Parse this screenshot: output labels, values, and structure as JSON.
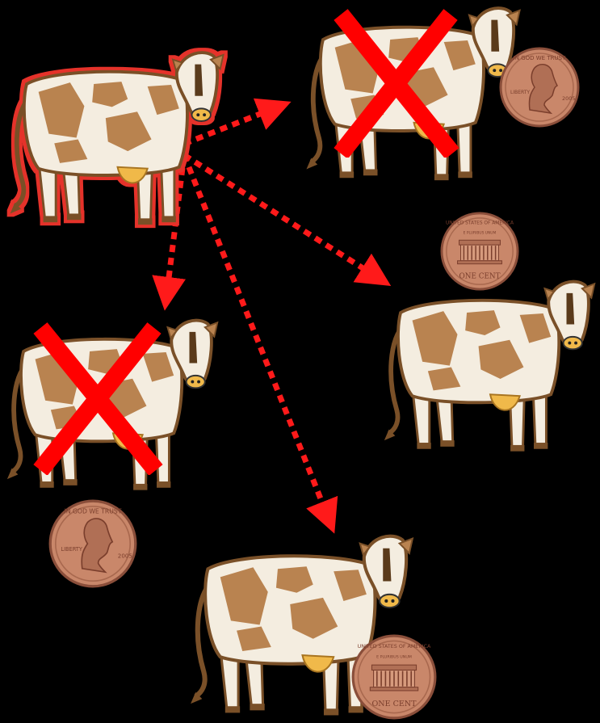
{
  "colors": {
    "background": "#000000",
    "arrow": "#ff1a1a",
    "cross": "#ff0000",
    "cow_body": "#f4ede0",
    "cow_patch": "#b98350",
    "cow_outline": "#7a5028",
    "source_glow": "#e5302a",
    "copper": "#c9876a",
    "copper_dark": "#8a4e3a"
  },
  "source": {
    "icon": "cow-icon",
    "highlighted": true
  },
  "targets": [
    {
      "id": "top-right",
      "icon": "cow-icon",
      "crossed": true,
      "coin": "penny-heads",
      "coin_text": {
        "top": "IN GOD WE TRUST",
        "left": "LIBERTY",
        "year": "2005"
      }
    },
    {
      "id": "middle-right",
      "icon": "cow-icon",
      "crossed": false,
      "coin": "penny-tails",
      "coin_text": {
        "top": "UNITED STATES OF AMERICA",
        "motto": "E PLURIBUS UNUM",
        "bottom": "ONE CENT"
      }
    },
    {
      "id": "left",
      "icon": "cow-icon",
      "crossed": true,
      "coin": "penny-heads",
      "coin_text": {
        "top": "IN GOD WE TRUST",
        "left": "LIBERTY",
        "year": "2005"
      }
    },
    {
      "id": "bottom",
      "icon": "cow-icon",
      "crossed": false,
      "coin": "penny-tails",
      "coin_text": {
        "top": "UNITED STATES OF AMERICA",
        "motto": "E PLURIBUS UNUM",
        "bottom": "ONE CENT"
      }
    }
  ],
  "arrows": [
    {
      "from": "source",
      "to": "top-right",
      "style": "dotted"
    },
    {
      "from": "source",
      "to": "middle-right",
      "style": "dotted"
    },
    {
      "from": "source",
      "to": "left",
      "style": "dotted"
    },
    {
      "from": "source",
      "to": "bottom",
      "style": "dotted"
    }
  ]
}
